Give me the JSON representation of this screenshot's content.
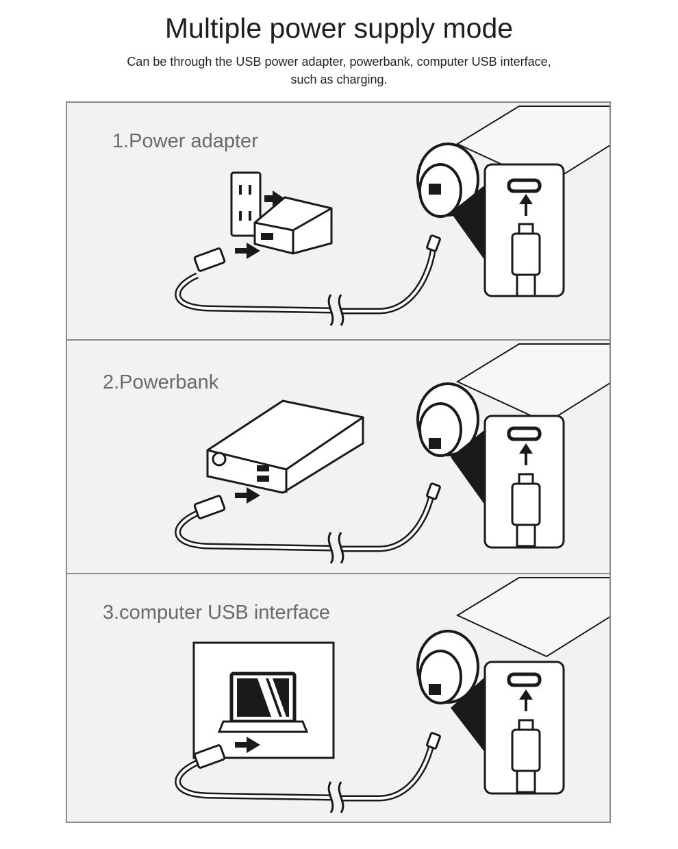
{
  "header": {
    "title": "Multiple power supply mode",
    "subtitle_line1": "Can be through the USB power adapter, powerbank, computer USB interface,",
    "subtitle_line2": "such as charging."
  },
  "panels": [
    {
      "label": "1.Power adapter"
    },
    {
      "label": "2.Powerbank"
    },
    {
      "label": "3.computer USB interface"
    }
  ],
  "colors": {
    "panel_bg": "#f2f2f2",
    "border": "#8a8a8a",
    "label": "#6a6a6a",
    "ink": "#1a1a1a"
  }
}
